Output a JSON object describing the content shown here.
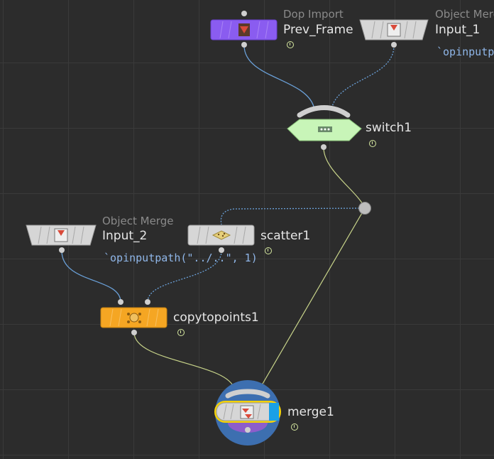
{
  "nodes": {
    "prev_frame": {
      "type": "Dop Import",
      "name": "Prev_Frame"
    },
    "input_1": {
      "type": "Object Merge",
      "name": "Input_1",
      "expr": "`opinputpa"
    },
    "switch1": {
      "name": "switch1"
    },
    "input_2": {
      "type": "Object Merge",
      "name": "Input_2",
      "expr": "`opinputpath(\"../..\", 1)"
    },
    "scatter1": {
      "name": "scatter1"
    },
    "copytopoints1": {
      "name": "copytopoints1"
    },
    "merge1": {
      "name": "merge1"
    }
  },
  "colors": {
    "background": "#2c2c2c",
    "dop_import": "#8a5cf0",
    "switch": "#c8f5b8",
    "copytopoints": "#f5a623",
    "merge_ring": "#3d6fb0",
    "selected_outline": "#f2d00a",
    "wire": "#c8d48a",
    "dependency_wire": "#6aa0d8"
  }
}
